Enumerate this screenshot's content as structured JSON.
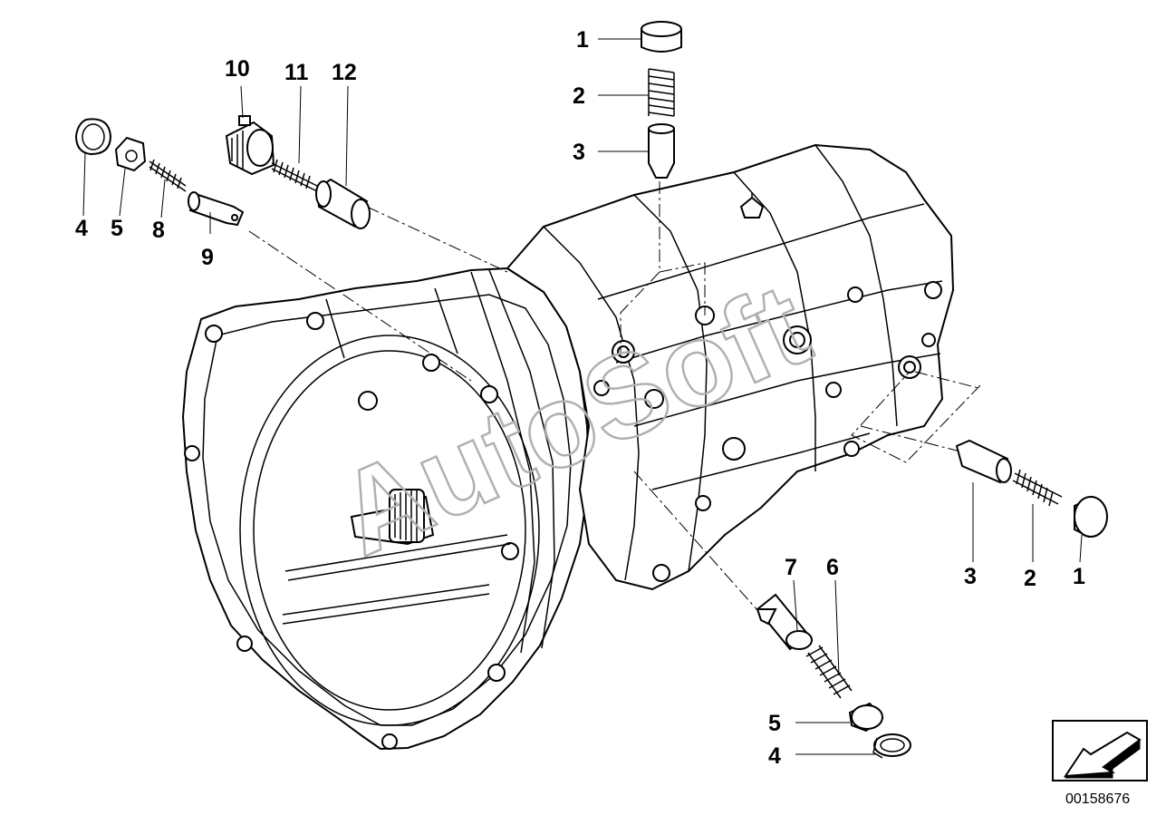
{
  "diagram": {
    "callouts": {
      "top_1": "1",
      "top_2": "2",
      "top_3": "3",
      "left_10": "10",
      "left_11": "11",
      "left_12": "12",
      "left_4": "4",
      "left_5": "5",
      "left_8": "8",
      "left_9": "9",
      "right_3": "3",
      "right_2": "2",
      "right_1": "1",
      "bottom_7": "7",
      "bottom_6": "6",
      "bottom_5": "5",
      "bottom_4": "4"
    },
    "watermark": "AutoSoft",
    "diagram_code": "00158676",
    "icons": [
      "arrow-badge-icon"
    ]
  }
}
